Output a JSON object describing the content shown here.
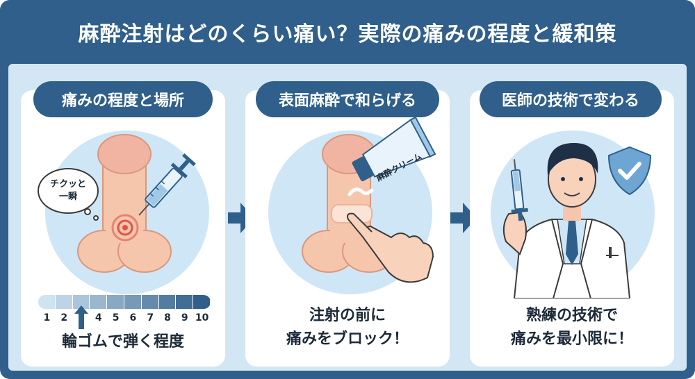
{
  "title": "麻酔注射はどのくらい痛い？実際の痛みの程度と緩和策",
  "panels": [
    {
      "heading": "痛みの程度と場所",
      "bubble_line1": "チクッと",
      "bubble_line2": "一瞬",
      "pain_scale": {
        "indicated_level": 3,
        "max": 10
      },
      "scale_labels": [
        "1",
        "2",
        "4",
        "5",
        "6",
        "7",
        "8",
        "9",
        "10"
      ],
      "caption": "輪ゴムで弾く程度"
    },
    {
      "heading": "表面麻酔で和らげる",
      "tube_label": "麻酔クリーム",
      "caption_line1": "注射の前に",
      "caption_line2": "痛みをブロック！"
    },
    {
      "heading": "医師の技術で変わる",
      "caption_line1": "熟練の技術で",
      "caption_line2": "痛みを最小限に！"
    }
  ],
  "colors": {
    "brand": "#2f5f8a",
    "background": "#d3e6f3",
    "skin": "#f5c6ac",
    "skin_shade": "#e9a98c",
    "pain_red": "#e0534e",
    "scale_light": "#cfe3f1",
    "scale_dark": "#2f5f8a"
  }
}
